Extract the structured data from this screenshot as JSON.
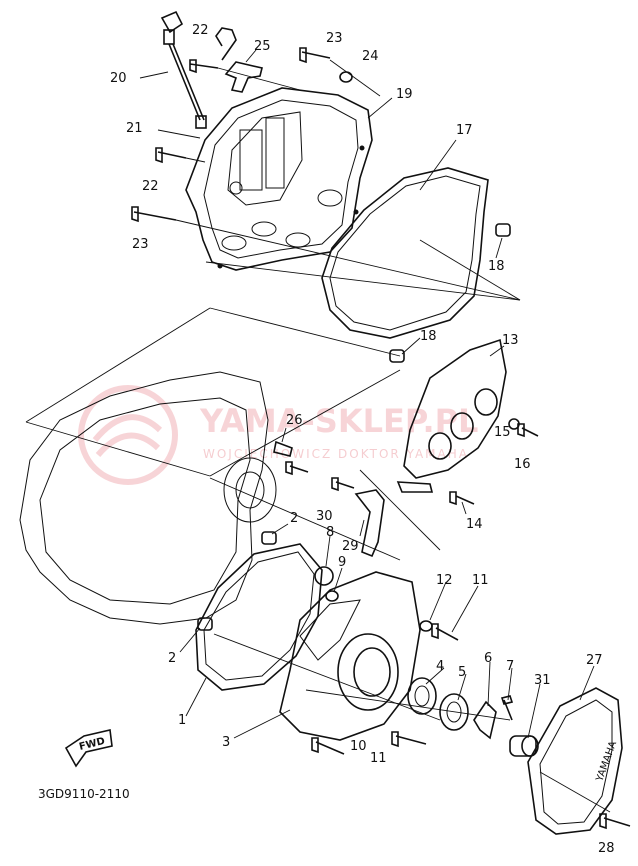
{
  "diagram": {
    "part_code": "3GD9110-2110",
    "fwd_label": "FWD",
    "watermark_main": "YAMA-SKLEP.PL",
    "watermark_sub": "WOJCIECHOWICZ DOKTOR YAMAHA",
    "cover_brand": "YAMAHA",
    "callouts": [
      {
        "id": "c1",
        "text": "1"
      },
      {
        "id": "c2a",
        "text": "2"
      },
      {
        "id": "c2b",
        "text": "2"
      },
      {
        "id": "c3",
        "text": "3"
      },
      {
        "id": "c4",
        "text": "4"
      },
      {
        "id": "c5",
        "text": "5"
      },
      {
        "id": "c6",
        "text": "6"
      },
      {
        "id": "c7",
        "text": "7"
      },
      {
        "id": "c8",
        "text": "8"
      },
      {
        "id": "c9",
        "text": "9"
      },
      {
        "id": "c10",
        "text": "10"
      },
      {
        "id": "c11a",
        "text": "11"
      },
      {
        "id": "c11b",
        "text": "11"
      },
      {
        "id": "c12",
        "text": "12"
      },
      {
        "id": "c13",
        "text": "13"
      },
      {
        "id": "c14",
        "text": "14"
      },
      {
        "id": "c15",
        "text": "15"
      },
      {
        "id": "c16",
        "text": "16"
      },
      {
        "id": "c17",
        "text": "17"
      },
      {
        "id": "c18a",
        "text": "18"
      },
      {
        "id": "c18b",
        "text": "18"
      },
      {
        "id": "c19",
        "text": "19"
      },
      {
        "id": "c20",
        "text": "20"
      },
      {
        "id": "c21",
        "text": "21"
      },
      {
        "id": "c22a",
        "text": "22"
      },
      {
        "id": "c22b",
        "text": "22"
      },
      {
        "id": "c23a",
        "text": "23"
      },
      {
        "id": "c23b",
        "text": "23"
      },
      {
        "id": "c24",
        "text": "24"
      },
      {
        "id": "c25",
        "text": "25"
      },
      {
        "id": "c26",
        "text": "26"
      },
      {
        "id": "c27",
        "text": "27"
      },
      {
        "id": "c28",
        "text": "28"
      },
      {
        "id": "c29",
        "text": "29"
      },
      {
        "id": "c30",
        "text": "30"
      },
      {
        "id": "c31",
        "text": "31"
      }
    ]
  }
}
